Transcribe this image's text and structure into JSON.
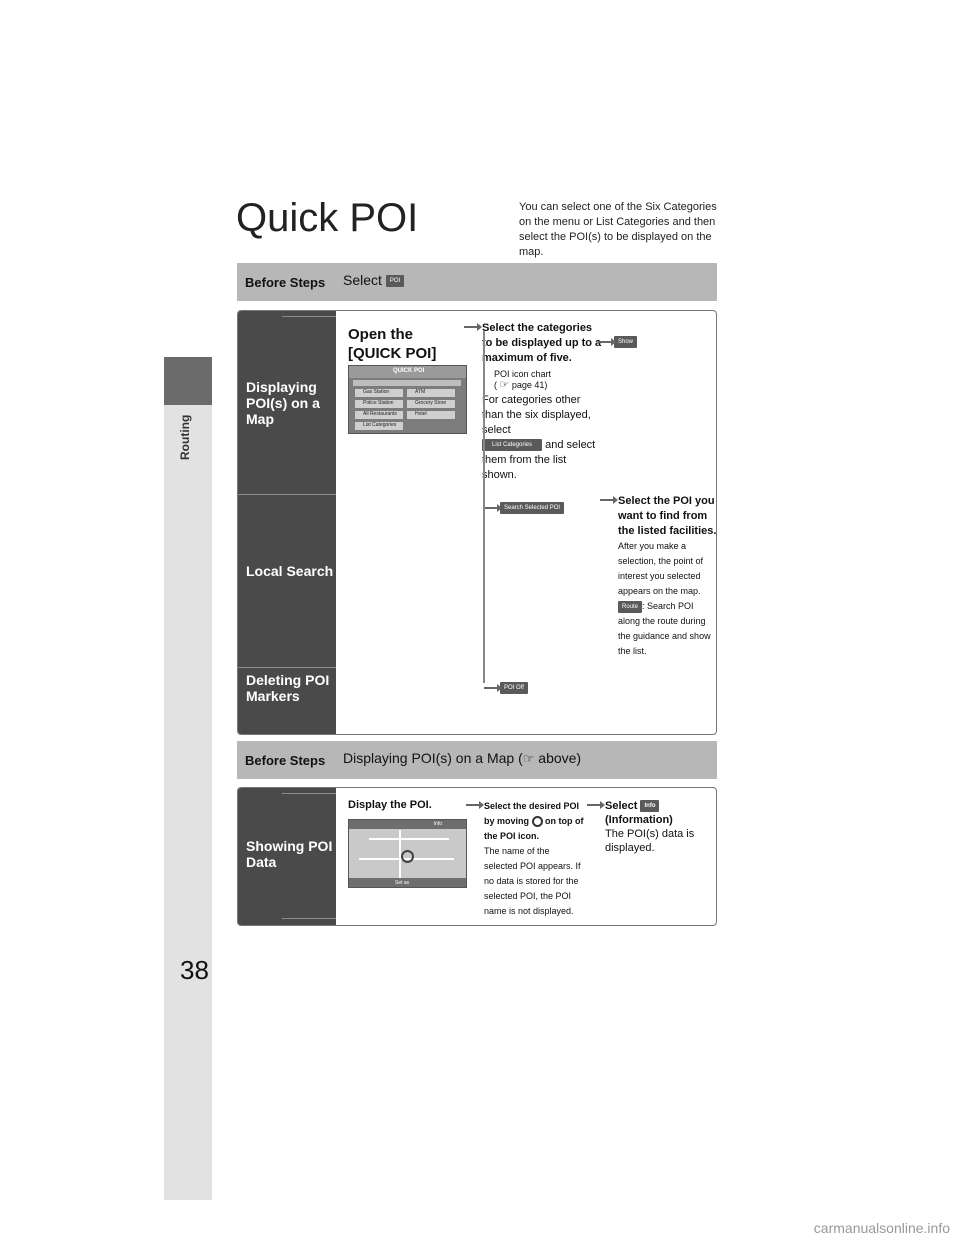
{
  "page": {
    "number": "38",
    "side_label": "Routing",
    "title": "Quick POI",
    "intro": "You can select one of the Six Categories on the menu or List Categories and then select the POI(s) to be displayed on the map.",
    "watermark": "carmanualsonline.info"
  },
  "bar1": {
    "label": "Before Steps",
    "text": "Select",
    "chip": "POI"
  },
  "panel1": {
    "sections": {
      "display": "Displaying POI(s) on a Map",
      "local": "Local Search",
      "delete": "Deleting POI Markers"
    },
    "open_title": "Open the [QUICK POI]",
    "screen_title": "QUICK POI",
    "screen_items": [
      "Gas Station",
      "ATM",
      "Police Station",
      "Grocery Store",
      "All Restaurants",
      "Hotel",
      "List Categories"
    ],
    "step_select": "Select the categories to be displayed up to a maximum of five.",
    "poi_chart": "POI icon chart",
    "poi_chart_ref": "page 41)",
    "other_text_1": "For categories other than the six displayed, select",
    "chip_list": "List Categories",
    "other_text_2": "and select them from the list shown.",
    "chip_show": "Show",
    "chip_search": "Search Selected POI",
    "local_step_bold": "Select the POI you want to find from the listed facilities.",
    "local_note": "After you make a selection, the point of interest you selected appears on the map.",
    "chip_route": "Route",
    "route_note": ": Search POI along the route during the guidance and show the list.",
    "chip_off": "POI Off"
  },
  "bar2": {
    "label": "Before Steps",
    "text_before": "Displaying POI(s) on a Map (",
    "text_after": "above)"
  },
  "panel2": {
    "section": "Showing POI Data",
    "display_title": "Display the POI.",
    "step2_bold_a": "Select the desired POI by moving",
    "step2_bold_b": "on top of the POI icon.",
    "step2_note": "The name of the selected POI appears. If no data is stored for the selected POI, the POI name is not displayed.",
    "step3_select": "Select",
    "chip_info": "Info",
    "step3_bold": "(Information)",
    "step3_note": "The POI(s) data is displayed.",
    "screen_info": "Info",
    "screen_setas": "Set as"
  }
}
